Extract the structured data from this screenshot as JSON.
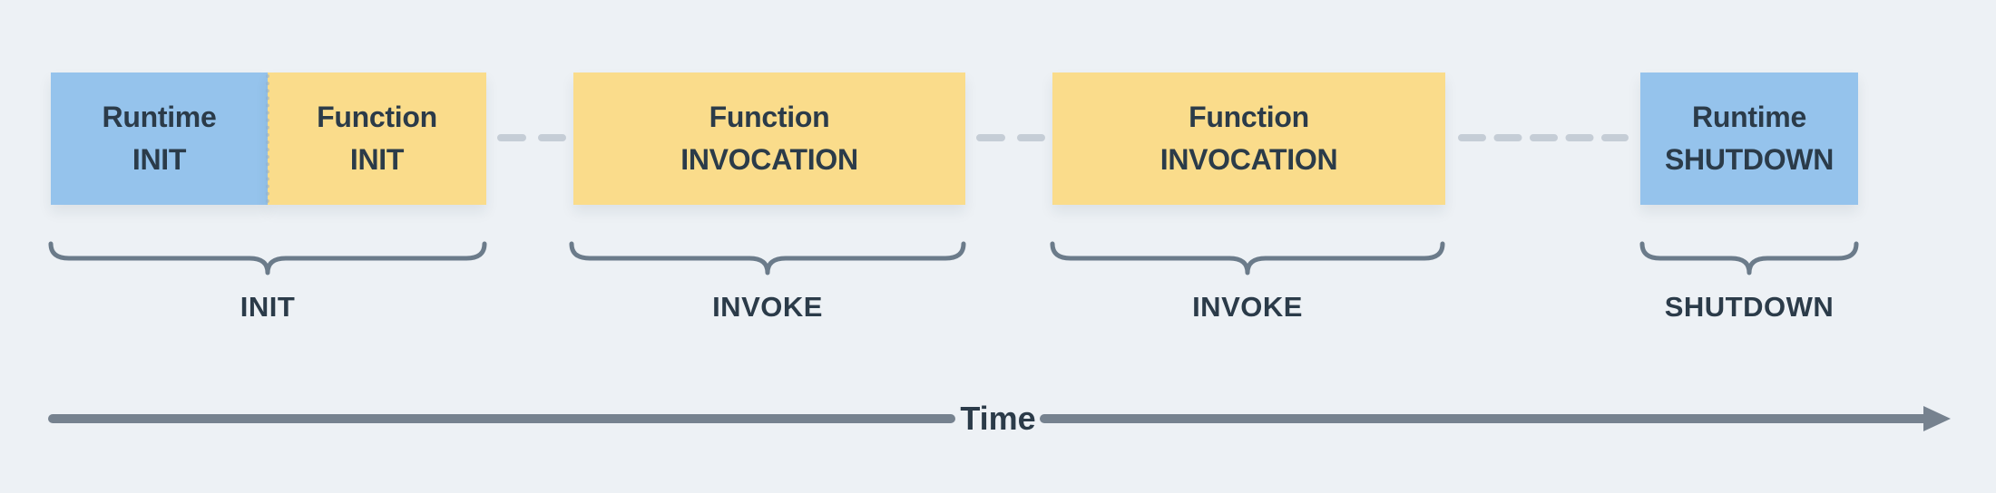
{
  "diagram": {
    "boxes": [
      {
        "type": "runtime",
        "lines": [
          "Runtime",
          "INIT"
        ]
      },
      {
        "type": "function",
        "lines": [
          "Function",
          "INIT"
        ]
      },
      {
        "type": "function",
        "lines": [
          "Function",
          "INVOCATION"
        ]
      },
      {
        "type": "function",
        "lines": [
          "Function",
          "INVOCATION"
        ]
      },
      {
        "type": "runtime",
        "lines": [
          "Runtime",
          "SHUTDOWN"
        ]
      }
    ],
    "phase_labels": [
      {
        "label": "INIT"
      },
      {
        "label": "INVOKE"
      },
      {
        "label": "INVOKE"
      },
      {
        "label": "SHUTDOWN"
      }
    ],
    "axis": {
      "label": "Time"
    },
    "colors": {
      "background": "#EDF1F5",
      "runtime_box": "#95C3EC",
      "function_box": "#FADC8B",
      "box_text": "#2B3B49",
      "phase_label_text": "#2B3B49",
      "brace": "#6B7B8A",
      "connector_dash": "#C5CDD6",
      "axis_line": "#76828F"
    }
  }
}
